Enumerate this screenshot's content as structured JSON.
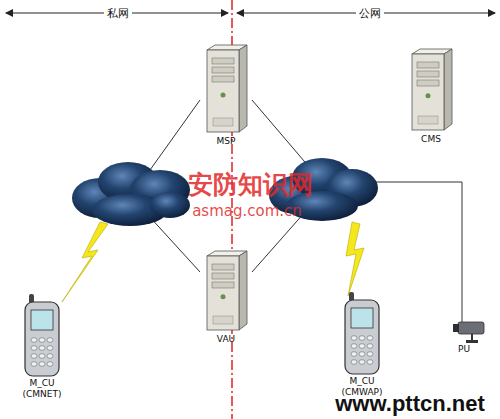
{
  "diagram": {
    "nodes": [
      {
        "text": [
          "MSP"
        ]
      },
      {
        "text": [
          "CMS"
        ]
      },
      {
        "text": [
          "VAU"
        ]
      },
      {
        "text": [
          "M_CU (CMNET)"
        ]
      },
      {
        "text": [
          "M_CU (CMWAP)"
        ]
      },
      {
        "text": [
          "PU"
        ]
      }
    ],
    "labels": [
      "私网",
      "公网",
      "安防知识网",
      "asmag.com.cn",
      "www.pttcn.net"
    ]
  }
}
